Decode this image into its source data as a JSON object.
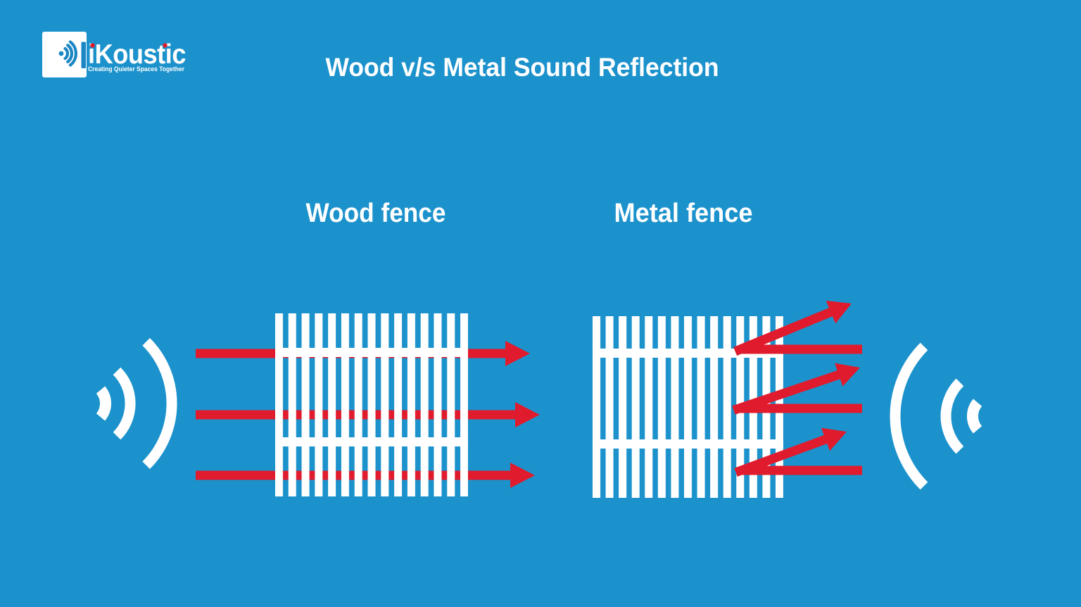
{
  "colors": {
    "background": "#1c92cc",
    "arrow_red": "#e01b2d",
    "fence_white": "#ffffff",
    "logo_icon_blue": "#1a86c4"
  },
  "logo": {
    "brand": "iKoustic",
    "tagline": "Creating Quieter Spaces Together",
    "mark_icon": "speaker-sound-wall-icon"
  },
  "title": "Wood v/s Metal Sound Reflection",
  "panels": {
    "wood": {
      "label": "Wood fence"
    },
    "metal": {
      "label": "Metal fence"
    }
  },
  "icons": {
    "left_source": "sound-waves-emitting-right-icon",
    "right_source": "sound-waves-emitting-left-icon"
  }
}
